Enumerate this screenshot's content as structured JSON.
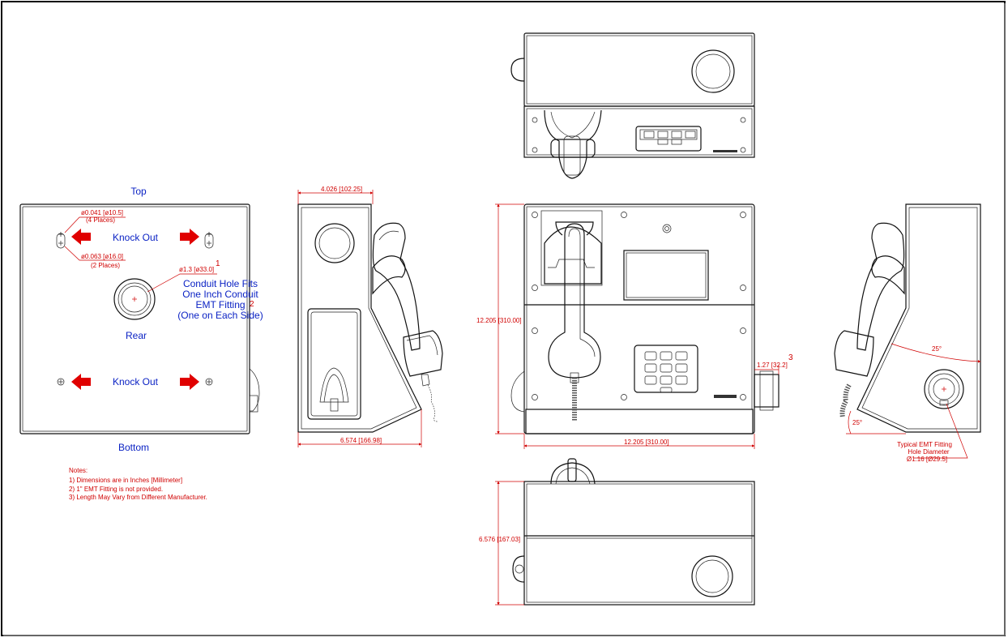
{
  "labels": {
    "top": "Top",
    "bottom": "Bottom",
    "rear": "Rear",
    "knock_out_upper": "Knock Out",
    "knock_out_lower": "Knock Out",
    "conduit_line1": "Conduit Hole Fits",
    "conduit_line2": "One Inch Conduit",
    "conduit_line3": "EMT Fitting",
    "conduit_line4": "(One on Each Side)"
  },
  "dims": {
    "d_small": "ø0.041 [ø10.5]",
    "d_small_count": "(4 Places)",
    "d_large": "ø0.063 [ø16.0]",
    "d_large_count": "(2 Places)",
    "d_conduit": "ø1.3 [ø33.0]",
    "side_depth_top": "4.026 [102.25]",
    "side_depth_bottom": "6.574 [166.98]",
    "front_height": "12.205 [310.00]",
    "front_width": "12.205 [310.00]",
    "fitting_offset": "1.27 [32.2]",
    "bottom_depth": "6.576 [167.03]",
    "angle_top": "25°",
    "angle_bottom": "25°",
    "emt_line1": "Typical EMT Fitting",
    "emt_line2": "Hole Diameter",
    "emt_line3": "Ø1.16 [Ø29.5]"
  },
  "callouts": {
    "n1": "1",
    "n2": "2",
    "n3": "3"
  },
  "notes": {
    "title": "Notes:",
    "n1": "1) Dimensions are in Inches [Millimeter]",
    "n2": "2) 1\" EMT Fitting is not provided.",
    "n3": "3) Length May Vary from Different Manufacturer."
  },
  "colors": {
    "dimension": "#d00000",
    "label": "#0b22c4",
    "outline": "#111111"
  }
}
